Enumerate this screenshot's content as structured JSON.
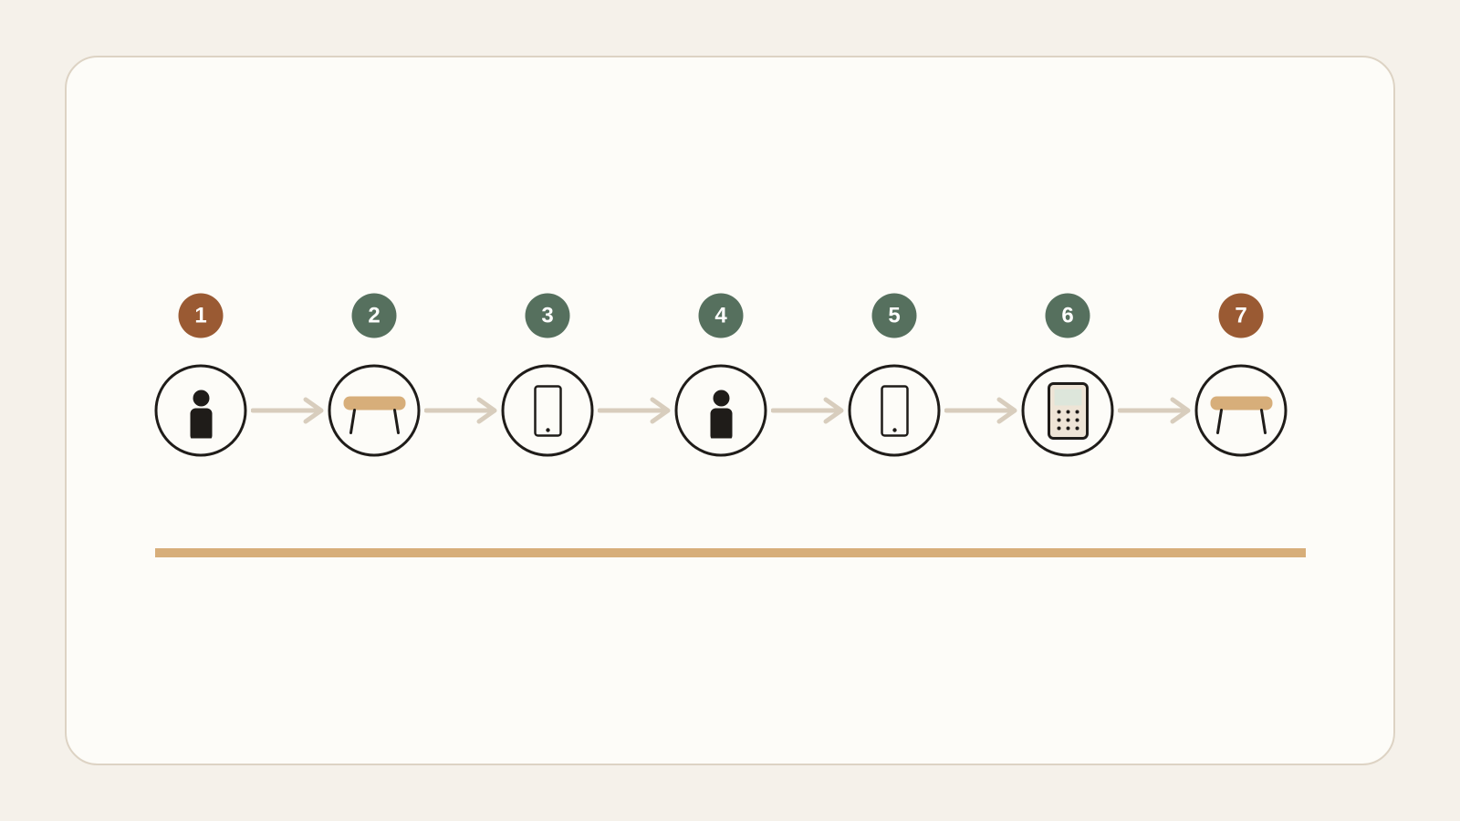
{
  "colors": {
    "background": "#f5f1ea",
    "card": "#fdfcf8",
    "card_border": "#ddd3c4",
    "badge_endpoint": "#9a5a33",
    "badge_step": "#56705e",
    "outline": "#1f1c19",
    "arrow": "#d8cdbd",
    "wood": "#d7ae7a",
    "device_screen": "#dde6db",
    "device_body": "#eee4d6"
  },
  "steps": [
    {
      "number": "1",
      "icon": "person-icon",
      "badge": "endpoint"
    },
    {
      "number": "2",
      "icon": "table-icon",
      "badge": "step"
    },
    {
      "number": "3",
      "icon": "smartphone-icon",
      "badge": "step"
    },
    {
      "number": "4",
      "icon": "person-icon",
      "badge": "step"
    },
    {
      "number": "5",
      "icon": "smartphone-icon",
      "badge": "step"
    },
    {
      "number": "6",
      "icon": "payment-terminal-icon",
      "badge": "step"
    },
    {
      "number": "7",
      "icon": "table-icon",
      "badge": "endpoint"
    }
  ]
}
